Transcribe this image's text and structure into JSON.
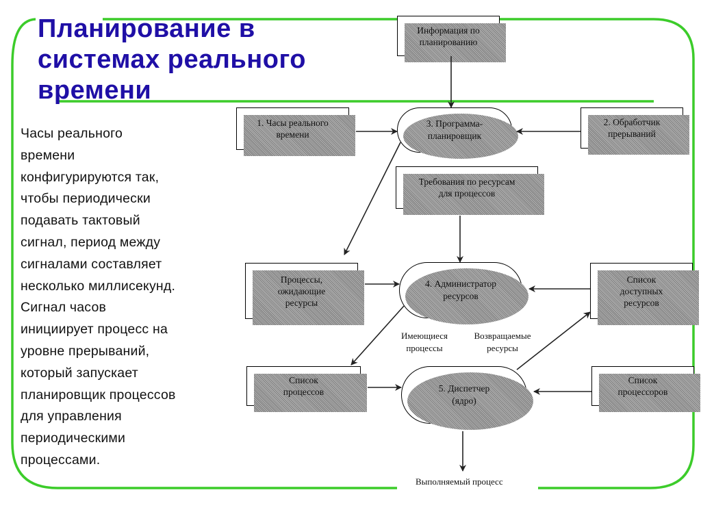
{
  "slide": {
    "title": "Планирование в системах реального времени",
    "title_lines": [
      "Планирование в",
      "системах реального",
      "времени"
    ],
    "body_text": "Часы реального\nвремени\nконфигурируются так,\nчтобы периодически\nподавать тактовый\nсигнал, период между\nсигналами составляет\nнесколько миллисекунд.\nСигнал часов\nинициирует процесс на\nуровне прерываний,\nкоторый запускает\nпланировщик процессов\nдля управления\nпериодическими\nпроцессами.",
    "colors": {
      "title": "#1f0fa6",
      "frame": "#3ccc2a",
      "text": "#111111"
    }
  },
  "diagram": {
    "boxes": {
      "scheduling_info": "Информация по\nпланированию",
      "rt_clock": "1. Часы реального\nвремени",
      "interrupt_handler": "2. Обработчик\nпрерываний",
      "resource_requirements": "Требования по ресурсам\nдля процессов",
      "waiting_processes": "Процессы,\nожидающие\nресурсы",
      "available_resources": "Список\nдоступных\nресурсов",
      "process_list": "Список\nпроцессов",
      "processor_list": "Список\nпроцессоров"
    },
    "nodes": {
      "scheduler": "3. Программа-\nпланировщик",
      "resource_manager": "4. Администратор\nресурсов",
      "dispatcher": "5. Диспетчер\n(ядро)"
    },
    "labels": {
      "existing_processes": "Имеющиеся\nпроцессы",
      "returned_resources": "Возвращаемые\nресурсы",
      "executing_process": "Выполняемый процесс"
    }
  }
}
